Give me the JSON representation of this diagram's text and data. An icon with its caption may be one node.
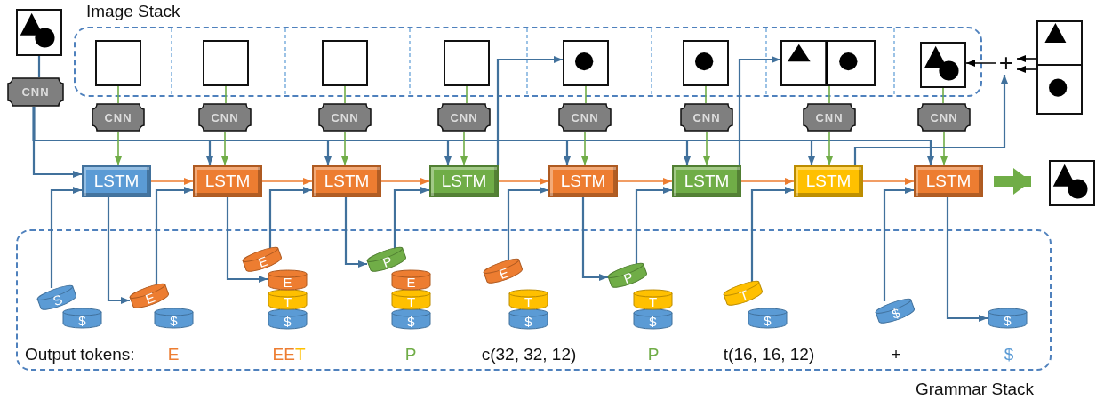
{
  "diagram": {
    "nodes": [
      {
        "text": [],
        "shape": "picture"
      },
      {
        "text": [
          "Image Stack"
        ]
      },
      {
        "text": [],
        "shape": "box",
        "in": 1
      },
      {
        "text": [],
        "shape": "box",
        "in": 1
      },
      {
        "text": [],
        "shape": "box",
        "in": 1
      },
      {
        "text": [],
        "shape": "box",
        "in": 1
      },
      {
        "text": [],
        "shape": "picture",
        "in": 1
      },
      {
        "text": [],
        "shape": "picture",
        "in": 1
      },
      {
        "text": [],
        "shape": "picture",
        "in": 1
      },
      {
        "text": [],
        "shape": "picture",
        "in": 1
      },
      {
        "text": [
          "+"
        ]
      },
      {
        "text": [],
        "shape": "picture"
      },
      {
        "text": [],
        "shape": "picture"
      },
      {
        "text": [
          "CNN"
        ]
      },
      {
        "text": [
          "CNN"
        ]
      },
      {
        "text": [
          "CNN"
        ]
      },
      {
        "text": [
          "CNN"
        ]
      },
      {
        "text": [
          "CNN"
        ]
      },
      {
        "text": [
          "CNN"
        ]
      },
      {
        "text": [
          "CNN"
        ]
      },
      {
        "text": [
          "CNN"
        ]
      },
      {
        "text": [
          "CNN"
        ]
      },
      {
        "text": [
          "LSTM"
        ]
      },
      {
        "text": [
          "LSTM"
        ]
      },
      {
        "text": [
          "LSTM"
        ]
      },
      {
        "text": [
          "LSTM"
        ]
      },
      {
        "text": [
          "LSTM"
        ]
      },
      {
        "text": [
          "LSTM"
        ]
      },
      {
        "text": [
          "LSTM"
        ]
      },
      {
        "text": [
          "LSTM"
        ]
      },
      {
        "text": [],
        "shape": "picture"
      },
      {
        "text": [
          "Grammar Stack"
        ]
      },
      {
        "text": [
          "S"
        ],
        "in": 31
      },
      {
        "text": [
          "$"
        ],
        "in": 31
      },
      {
        "text": [
          "E"
        ],
        "in": 31
      },
      {
        "text": [
          "$"
        ],
        "in": 31
      },
      {
        "text": [
          "E"
        ],
        "in": 31
      },
      {
        "text": [
          "E"
        ],
        "in": 31
      },
      {
        "text": [
          "T"
        ],
        "in": 31
      },
      {
        "text": [
          "$"
        ],
        "in": 31
      },
      {
        "text": [
          "P"
        ],
        "in": 31
      },
      {
        "text": [
          "E"
        ],
        "in": 31
      },
      {
        "text": [
          "T"
        ],
        "in": 31
      },
      {
        "text": [
          "$"
        ],
        "in": 31
      },
      {
        "text": [
          "E"
        ],
        "in": 31
      },
      {
        "text": [
          "T"
        ],
        "in": 31
      },
      {
        "text": [
          "$"
        ],
        "in": 31
      },
      {
        "text": [
          "P"
        ],
        "in": 31
      },
      {
        "text": [
          "T"
        ],
        "in": 31
      },
      {
        "text": [
          "$"
        ],
        "in": 31
      },
      {
        "text": [
          "T"
        ],
        "in": 31
      },
      {
        "text": [
          "$"
        ],
        "in": 31
      },
      {
        "text": [
          "$"
        ],
        "in": 31
      },
      {
        "text": [
          "$"
        ],
        "in": 31
      }
    ],
    "edges": [
      {
        "from": 0,
        "to": 13,
        "arrow": "none"
      },
      {
        "from": 13,
        "to": 22,
        "arrow": "to"
      },
      {
        "from": 13,
        "to": 23,
        "arrow": "to"
      },
      {
        "from": 13,
        "to": 24,
        "arrow": "to"
      },
      {
        "from": 13,
        "to": 25,
        "arrow": "to"
      },
      {
        "from": 13,
        "to": 26,
        "arrow": "to"
      },
      {
        "from": 13,
        "to": 27,
        "arrow": "to"
      },
      {
        "from": 13,
        "to": 28,
        "arrow": "to"
      },
      {
        "from": 13,
        "to": 29,
        "arrow": "to"
      },
      {
        "from": 2,
        "to": 14,
        "arrow": "none",
        "color": "#70ad47"
      },
      {
        "from": 3,
        "to": 15,
        "arrow": "none",
        "color": "#70ad47"
      },
      {
        "from": 4,
        "to": 16,
        "arrow": "none",
        "color": "#70ad47"
      },
      {
        "from": 5,
        "to": 17,
        "arrow": "none",
        "color": "#70ad47"
      },
      {
        "from": 6,
        "to": 18,
        "arrow": "none",
        "color": "#70ad47"
      },
      {
        "from": 7,
        "to": 19,
        "arrow": "none",
        "color": "#70ad47"
      },
      {
        "from": 8,
        "to": 20,
        "arrow": "none",
        "color": "#70ad47"
      },
      {
        "from": 9,
        "to": 21,
        "arrow": "none",
        "color": "#70ad47"
      },
      {
        "from": 14,
        "to": 22,
        "arrow": "to",
        "color": "#70ad47"
      },
      {
        "from": 15,
        "to": 23,
        "arrow": "to",
        "color": "#70ad47"
      },
      {
        "from": 16,
        "to": 24,
        "arrow": "to",
        "color": "#70ad47"
      },
      {
        "from": 17,
        "to": 25,
        "arrow": "to",
        "color": "#70ad47"
      },
      {
        "from": 18,
        "to": 26,
        "arrow": "to",
        "color": "#70ad47"
      },
      {
        "from": 19,
        "to": 27,
        "arrow": "to",
        "color": "#70ad47"
      },
      {
        "from": 20,
        "to": 28,
        "arrow": "to",
        "color": "#70ad47"
      },
      {
        "from": 21,
        "to": 29,
        "arrow": "to",
        "color": "#70ad47"
      },
      {
        "from": 22,
        "to": 23,
        "arrow": "to",
        "color": "#ed7d31"
      },
      {
        "from": 23,
        "to": 24,
        "arrow": "to",
        "color": "#ed7d31"
      },
      {
        "from": 24,
        "to": 25,
        "arrow": "to",
        "color": "#ed7d31"
      },
      {
        "from": 25,
        "to": 26,
        "arrow": "to",
        "color": "#ed7d31"
      },
      {
        "from": 26,
        "to": 27,
        "arrow": "to",
        "color": "#ed7d31"
      },
      {
        "from": 27,
        "to": 28,
        "arrow": "to",
        "color": "#ed7d31"
      },
      {
        "from": 28,
        "to": 29,
        "arrow": "to",
        "color": "#ed7d31"
      },
      {
        "from": 25,
        "to": 6,
        "arrow": "to"
      },
      {
        "from": 27,
        "to": 8,
        "arrow": "to"
      },
      {
        "from": 28,
        "to": 10,
        "arrow": "to"
      },
      {
        "from": 10,
        "to": 9,
        "arrow": "to",
        "color": "#000000"
      },
      {
        "from": 11,
        "to": 10,
        "arrow": "to",
        "color": "#000000"
      },
      {
        "from": 12,
        "to": 10,
        "arrow": "to",
        "color": "#000000"
      },
      {
        "from": 29,
        "to": 30,
        "arrow": "to",
        "style": "thick",
        "color": "#70ad47"
      },
      {
        "from": 32,
        "to": 22,
        "arrow": "to"
      },
      {
        "from": 34,
        "to": 23,
        "arrow": "to"
      },
      {
        "from": 36,
        "to": 24,
        "arrow": "to"
      },
      {
        "from": 40,
        "to": 25,
        "arrow": "to"
      },
      {
        "from": 44,
        "to": 26,
        "arrow": "to"
      },
      {
        "from": 47,
        "to": 27,
        "arrow": "to"
      },
      {
        "from": 50,
        "to": 28,
        "arrow": "to"
      },
      {
        "from": 52,
        "to": 29,
        "arrow": "to"
      },
      {
        "from": 22,
        "to": 34,
        "arrow": "to"
      },
      {
        "from": 23,
        "to": 37,
        "arrow": "to"
      },
      {
        "from": 24,
        "to": 40,
        "arrow": "to"
      },
      {
        "from": 26,
        "to": 47,
        "arrow": "to"
      },
      {
        "from": 29,
        "to": 53,
        "arrow": "to"
      }
    ],
    "labels": [
      "Output tokens:",
      "E",
      "EET",
      "P",
      "c(32, 32, 12)",
      "P",
      "t(16, 16, 12)",
      "+",
      "$"
    ]
  }
}
